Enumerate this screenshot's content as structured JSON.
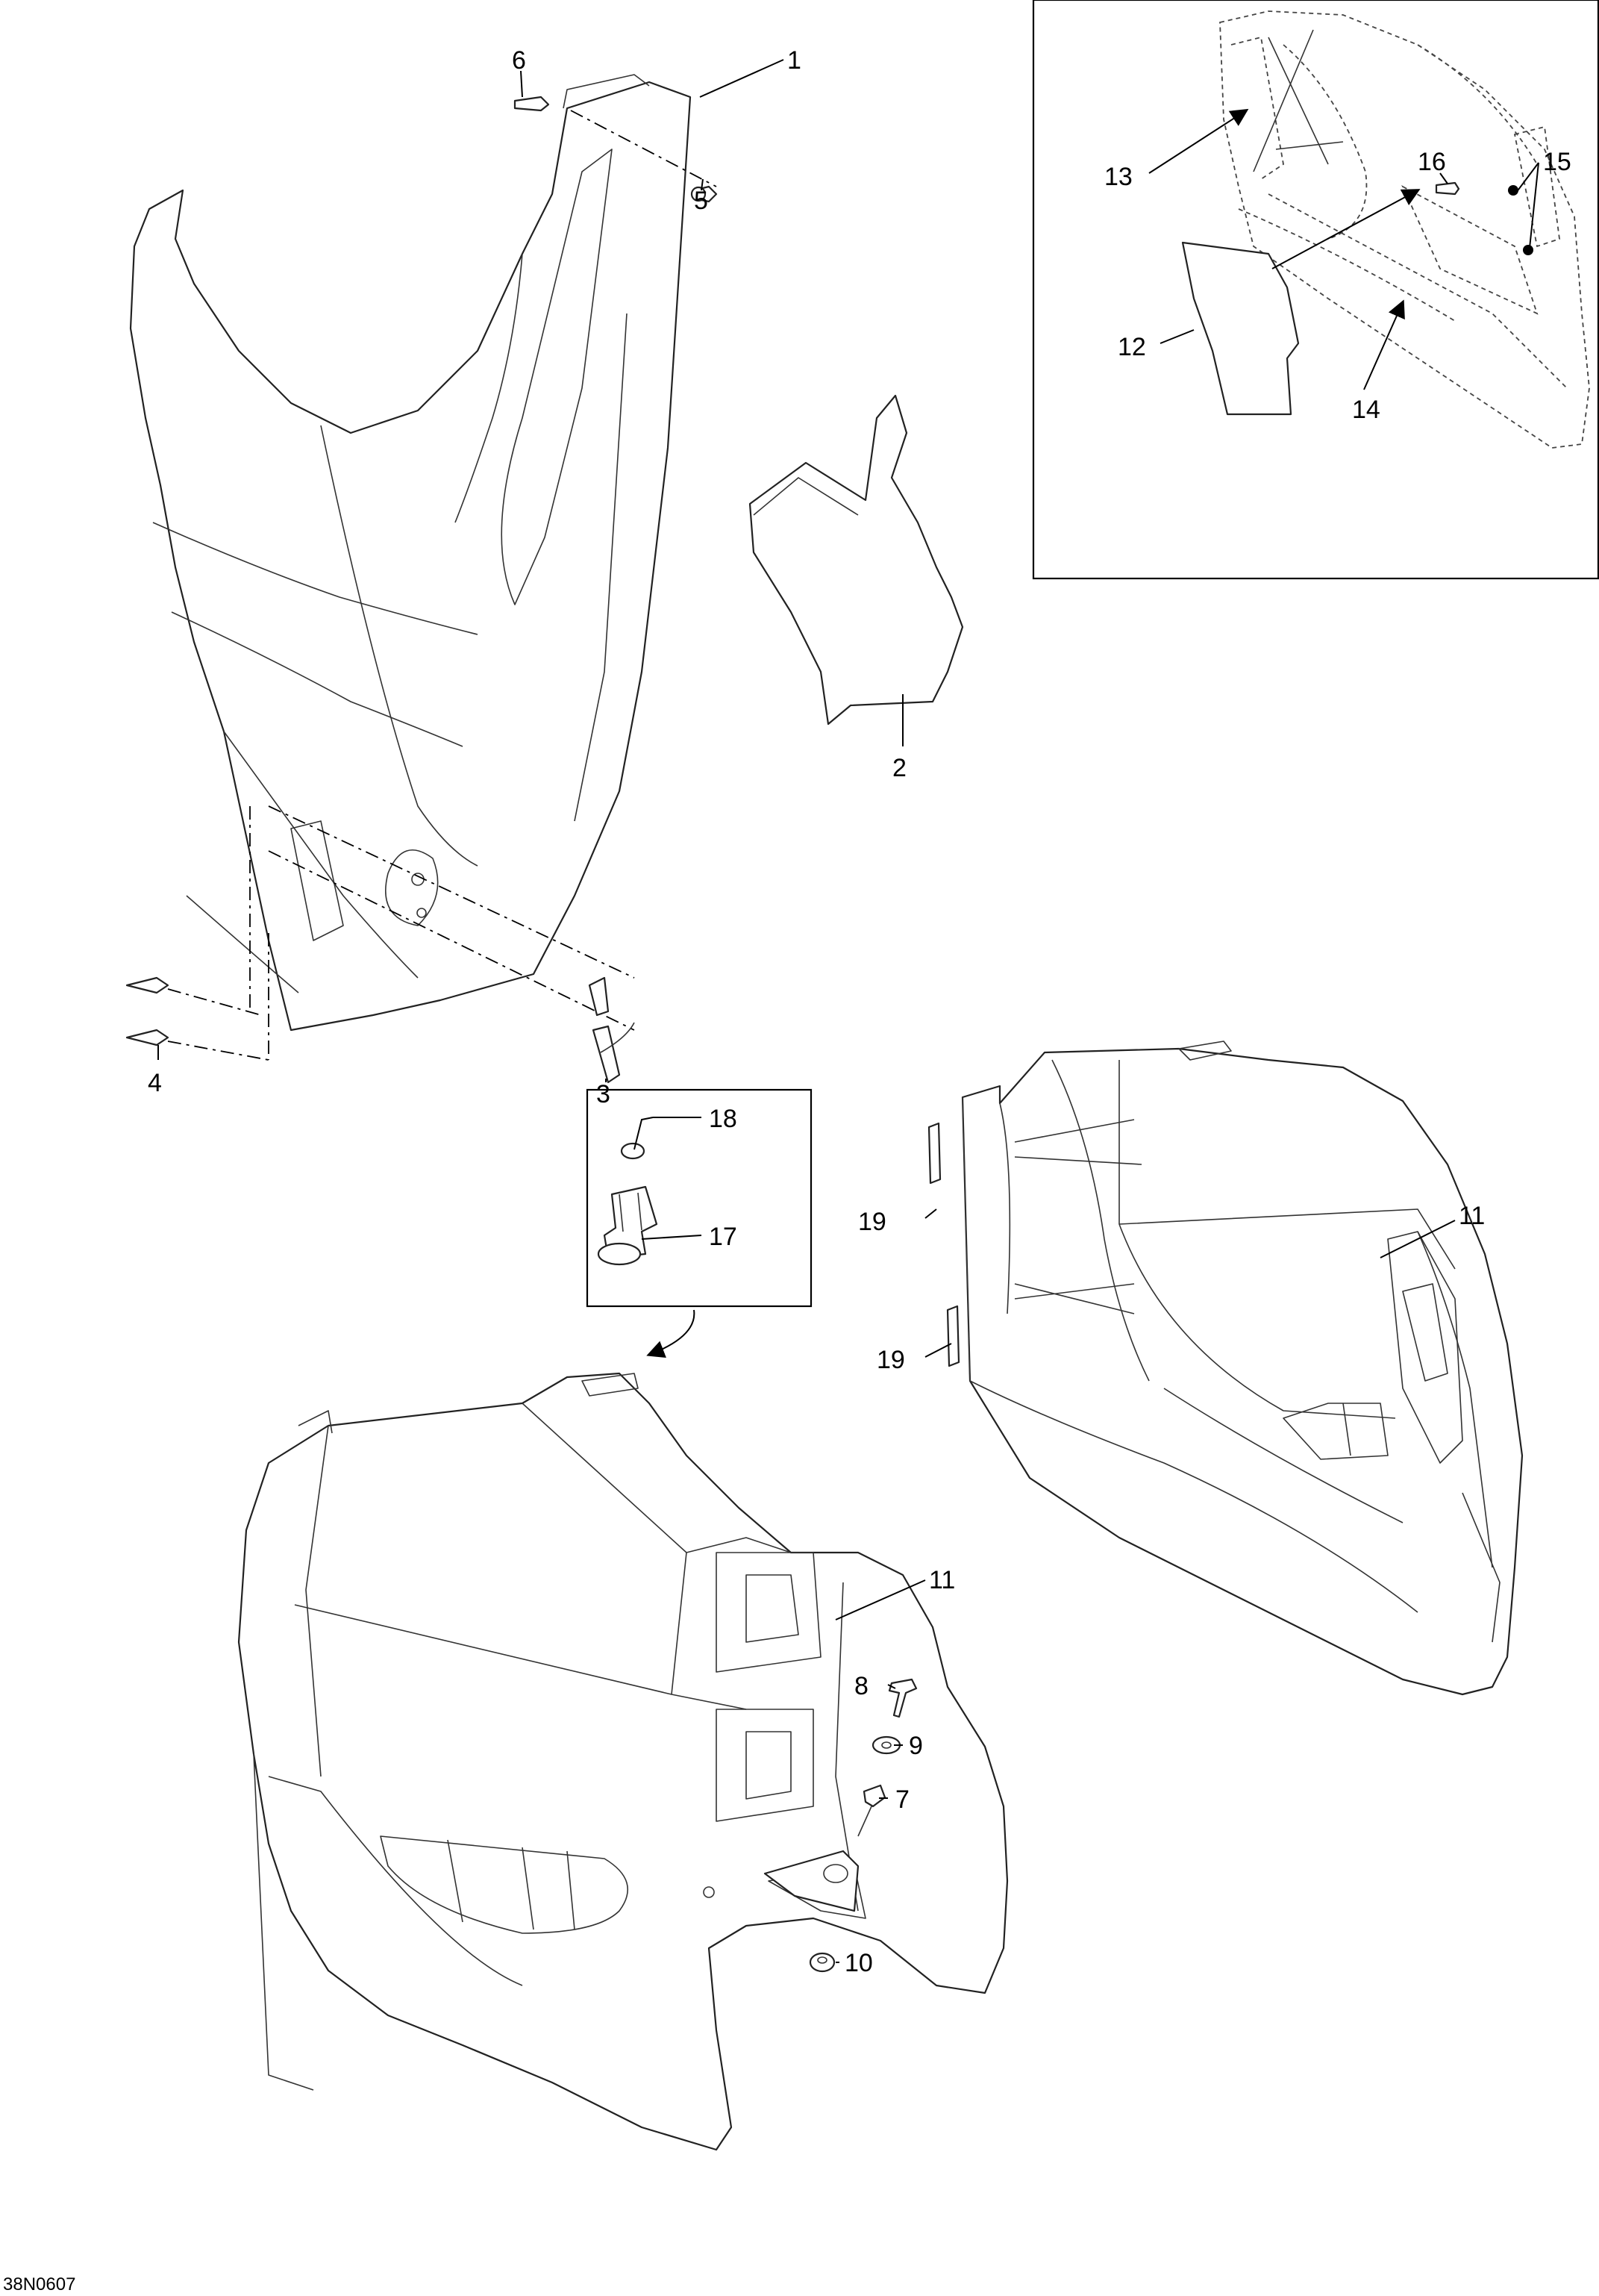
{
  "diagram": {
    "drawing_code": "38N0607",
    "callouts": {
      "c1": "1",
      "c2": "2",
      "c3": "3",
      "c4": "4",
      "c5": "5",
      "c6": "6",
      "c7": "7",
      "c8": "8",
      "c9": "9",
      "c10": "10",
      "c11a": "11",
      "c11b": "11",
      "c12": "12",
      "c13": "13",
      "c14": "14",
      "c15": "15",
      "c16": "16",
      "c17": "17",
      "c18": "18",
      "c19a": "19",
      "c19b": "19"
    }
  }
}
